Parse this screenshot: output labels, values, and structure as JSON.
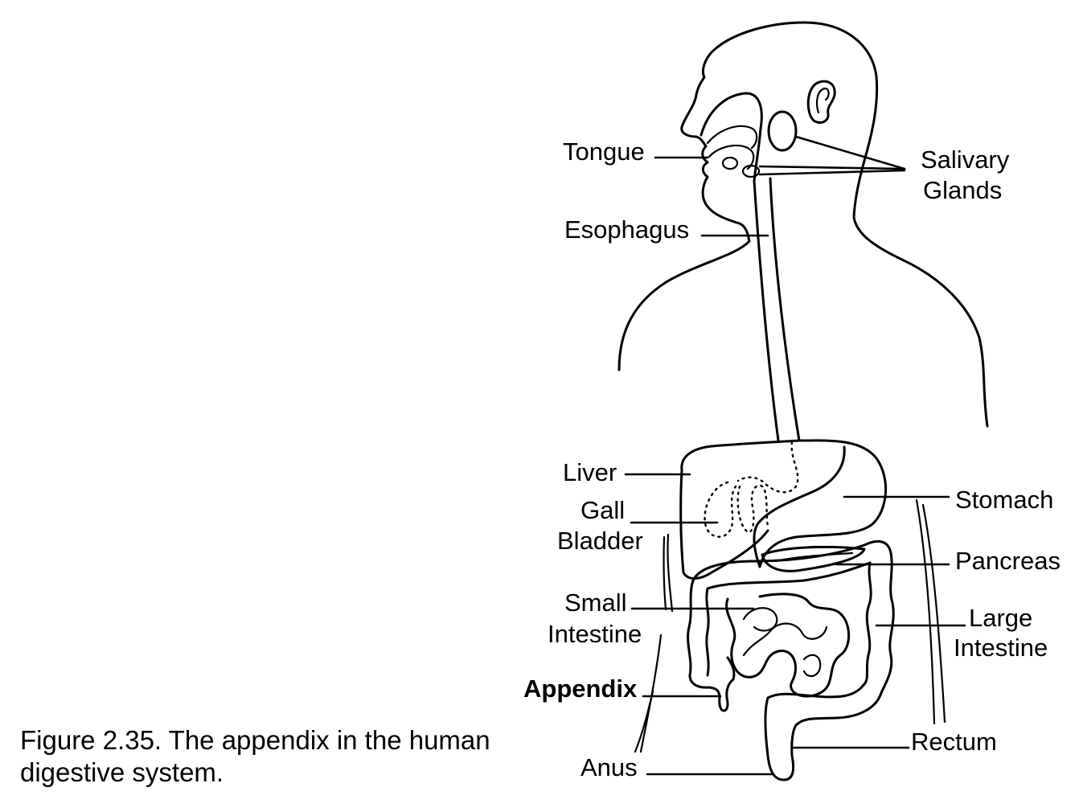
{
  "figure": {
    "caption": [
      "Figure 2.35. The appendix in the human",
      "digestive system."
    ]
  },
  "labels": {
    "tongue": "Tongue",
    "salivary_glands": [
      "Salivary",
      "Glands"
    ],
    "esophagus": "Esophagus",
    "liver": "Liver",
    "gall_bladder": [
      "Gall",
      "Bladder"
    ],
    "stomach": "Stomach",
    "pancreas": "Pancreas",
    "small_intestine": [
      "Small",
      "Intestine"
    ],
    "large_intestine": [
      "Large",
      "Intestine"
    ],
    "appendix": "Appendix",
    "rectum": "Rectum",
    "anus": "Anus"
  },
  "colors": {
    "ink": "#000000",
    "paper": "#ffffff"
  }
}
